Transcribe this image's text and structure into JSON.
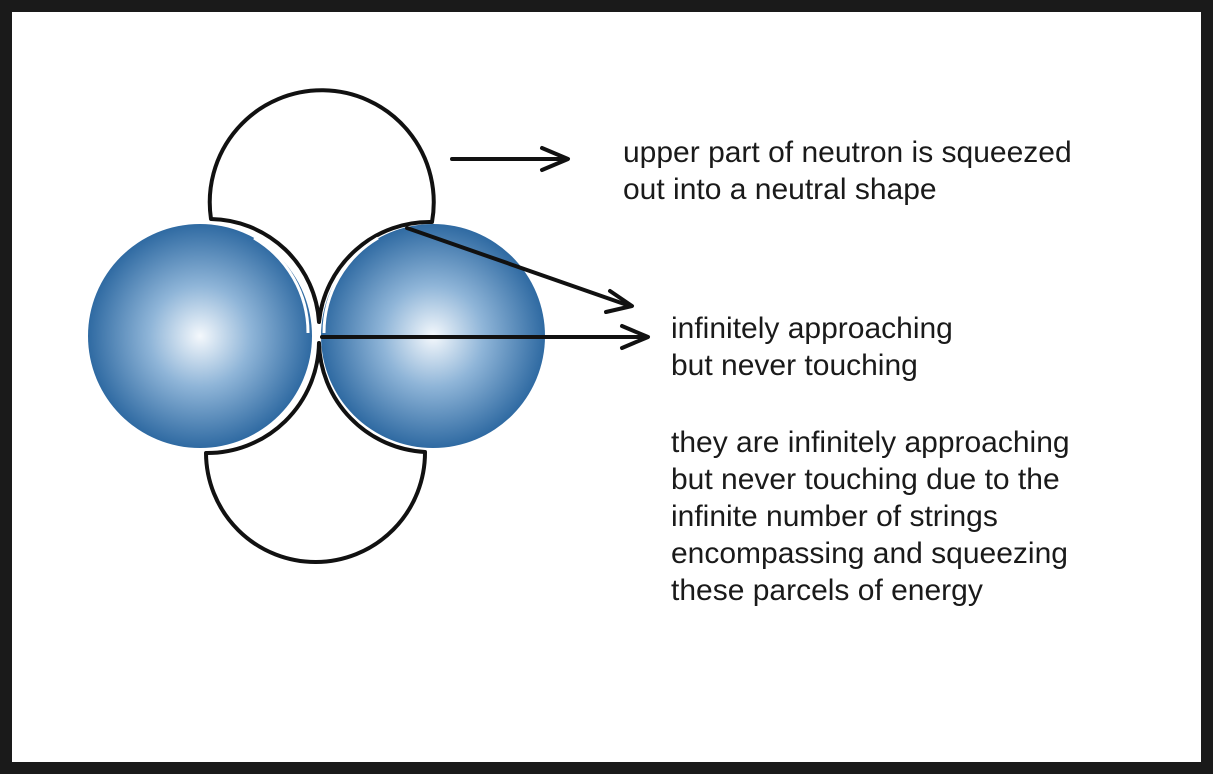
{
  "labels": {
    "upper_part": [
      "upper part of neutron is squeezed",
      "out into a neutral shape"
    ],
    "approaching": [
      "infinitely approaching",
      "but never touching"
    ],
    "explanation": [
      "they are infinitely approaching",
      "but never touching due to the",
      "infinite number of strings",
      "encompassing and squeezing",
      "these parcels of energy"
    ]
  },
  "colors": {
    "frame": "#1a1a1a",
    "background": "#ffffff",
    "sphere_highlight": "#f4f8fc",
    "sphere_mid": "#6f9cc6",
    "sphere_edge": "#2f6aa2",
    "stroke": "#111111"
  }
}
